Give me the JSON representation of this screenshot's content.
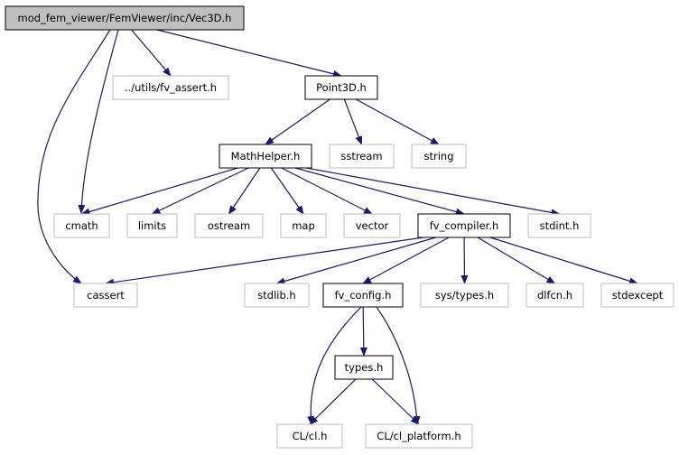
{
  "colors": {
    "root_fill": "#bfbfbf",
    "root_stroke": "#000000",
    "doc_stroke": "#000000",
    "ext_stroke": "#bfbfbf",
    "node_fill": "#ffffff",
    "edge": "#191970"
  },
  "nodes": [
    {
      "id": "vec3d",
      "label": "mod_fem_viewer/FemViewer/inc/Vec3D.h",
      "kind": "root"
    },
    {
      "id": "fv_assert",
      "label": "../utils/fv_assert.h",
      "kind": "external"
    },
    {
      "id": "point3d",
      "label": "Point3D.h",
      "kind": "documented"
    },
    {
      "id": "mathhelper",
      "label": "MathHelper.h",
      "kind": "documented"
    },
    {
      "id": "sstream",
      "label": "sstream",
      "kind": "external"
    },
    {
      "id": "string",
      "label": "string",
      "kind": "external"
    },
    {
      "id": "cmath",
      "label": "cmath",
      "kind": "external"
    },
    {
      "id": "limits",
      "label": "limits",
      "kind": "external"
    },
    {
      "id": "ostream",
      "label": "ostream",
      "kind": "external"
    },
    {
      "id": "map",
      "label": "map",
      "kind": "external"
    },
    {
      "id": "vector",
      "label": "vector",
      "kind": "external"
    },
    {
      "id": "fv_compiler",
      "label": "fv_compiler.h",
      "kind": "documented"
    },
    {
      "id": "stdint",
      "label": "stdint.h",
      "kind": "external"
    },
    {
      "id": "cassert",
      "label": "cassert",
      "kind": "external"
    },
    {
      "id": "stdlib",
      "label": "stdlib.h",
      "kind": "external"
    },
    {
      "id": "fv_config",
      "label": "fv_config.h",
      "kind": "documented"
    },
    {
      "id": "systypes",
      "label": "sys/types.h",
      "kind": "external"
    },
    {
      "id": "dlfcn",
      "label": "dlfcn.h",
      "kind": "external"
    },
    {
      "id": "stdexcept",
      "label": "stdexcept",
      "kind": "external"
    },
    {
      "id": "types",
      "label": "types.h",
      "kind": "documented"
    },
    {
      "id": "clcl",
      "label": "CL/cl.h",
      "kind": "external"
    },
    {
      "id": "clplatform",
      "label": "CL/cl_platform.h",
      "kind": "external"
    }
  ],
  "edges": [
    {
      "from": "vec3d",
      "to": "fv_assert"
    },
    {
      "from": "vec3d",
      "to": "point3d"
    },
    {
      "from": "vec3d",
      "to": "cmath"
    },
    {
      "from": "vec3d",
      "to": "cassert"
    },
    {
      "from": "point3d",
      "to": "mathhelper"
    },
    {
      "from": "point3d",
      "to": "sstream"
    },
    {
      "from": "point3d",
      "to": "string"
    },
    {
      "from": "mathhelper",
      "to": "cmath"
    },
    {
      "from": "mathhelper",
      "to": "limits"
    },
    {
      "from": "mathhelper",
      "to": "ostream"
    },
    {
      "from": "mathhelper",
      "to": "map"
    },
    {
      "from": "mathhelper",
      "to": "vector"
    },
    {
      "from": "mathhelper",
      "to": "fv_compiler"
    },
    {
      "from": "mathhelper",
      "to": "stdint"
    },
    {
      "from": "fv_compiler",
      "to": "cassert"
    },
    {
      "from": "fv_compiler",
      "to": "stdlib"
    },
    {
      "from": "fv_compiler",
      "to": "fv_config"
    },
    {
      "from": "fv_compiler",
      "to": "systypes"
    },
    {
      "from": "fv_compiler",
      "to": "dlfcn"
    },
    {
      "from": "fv_compiler",
      "to": "stdexcept"
    },
    {
      "from": "fv_config",
      "to": "types"
    },
    {
      "from": "fv_config",
      "to": "clcl"
    },
    {
      "from": "fv_config",
      "to": "clplatform"
    },
    {
      "from": "types",
      "to": "clcl"
    },
    {
      "from": "types",
      "to": "clplatform"
    }
  ]
}
